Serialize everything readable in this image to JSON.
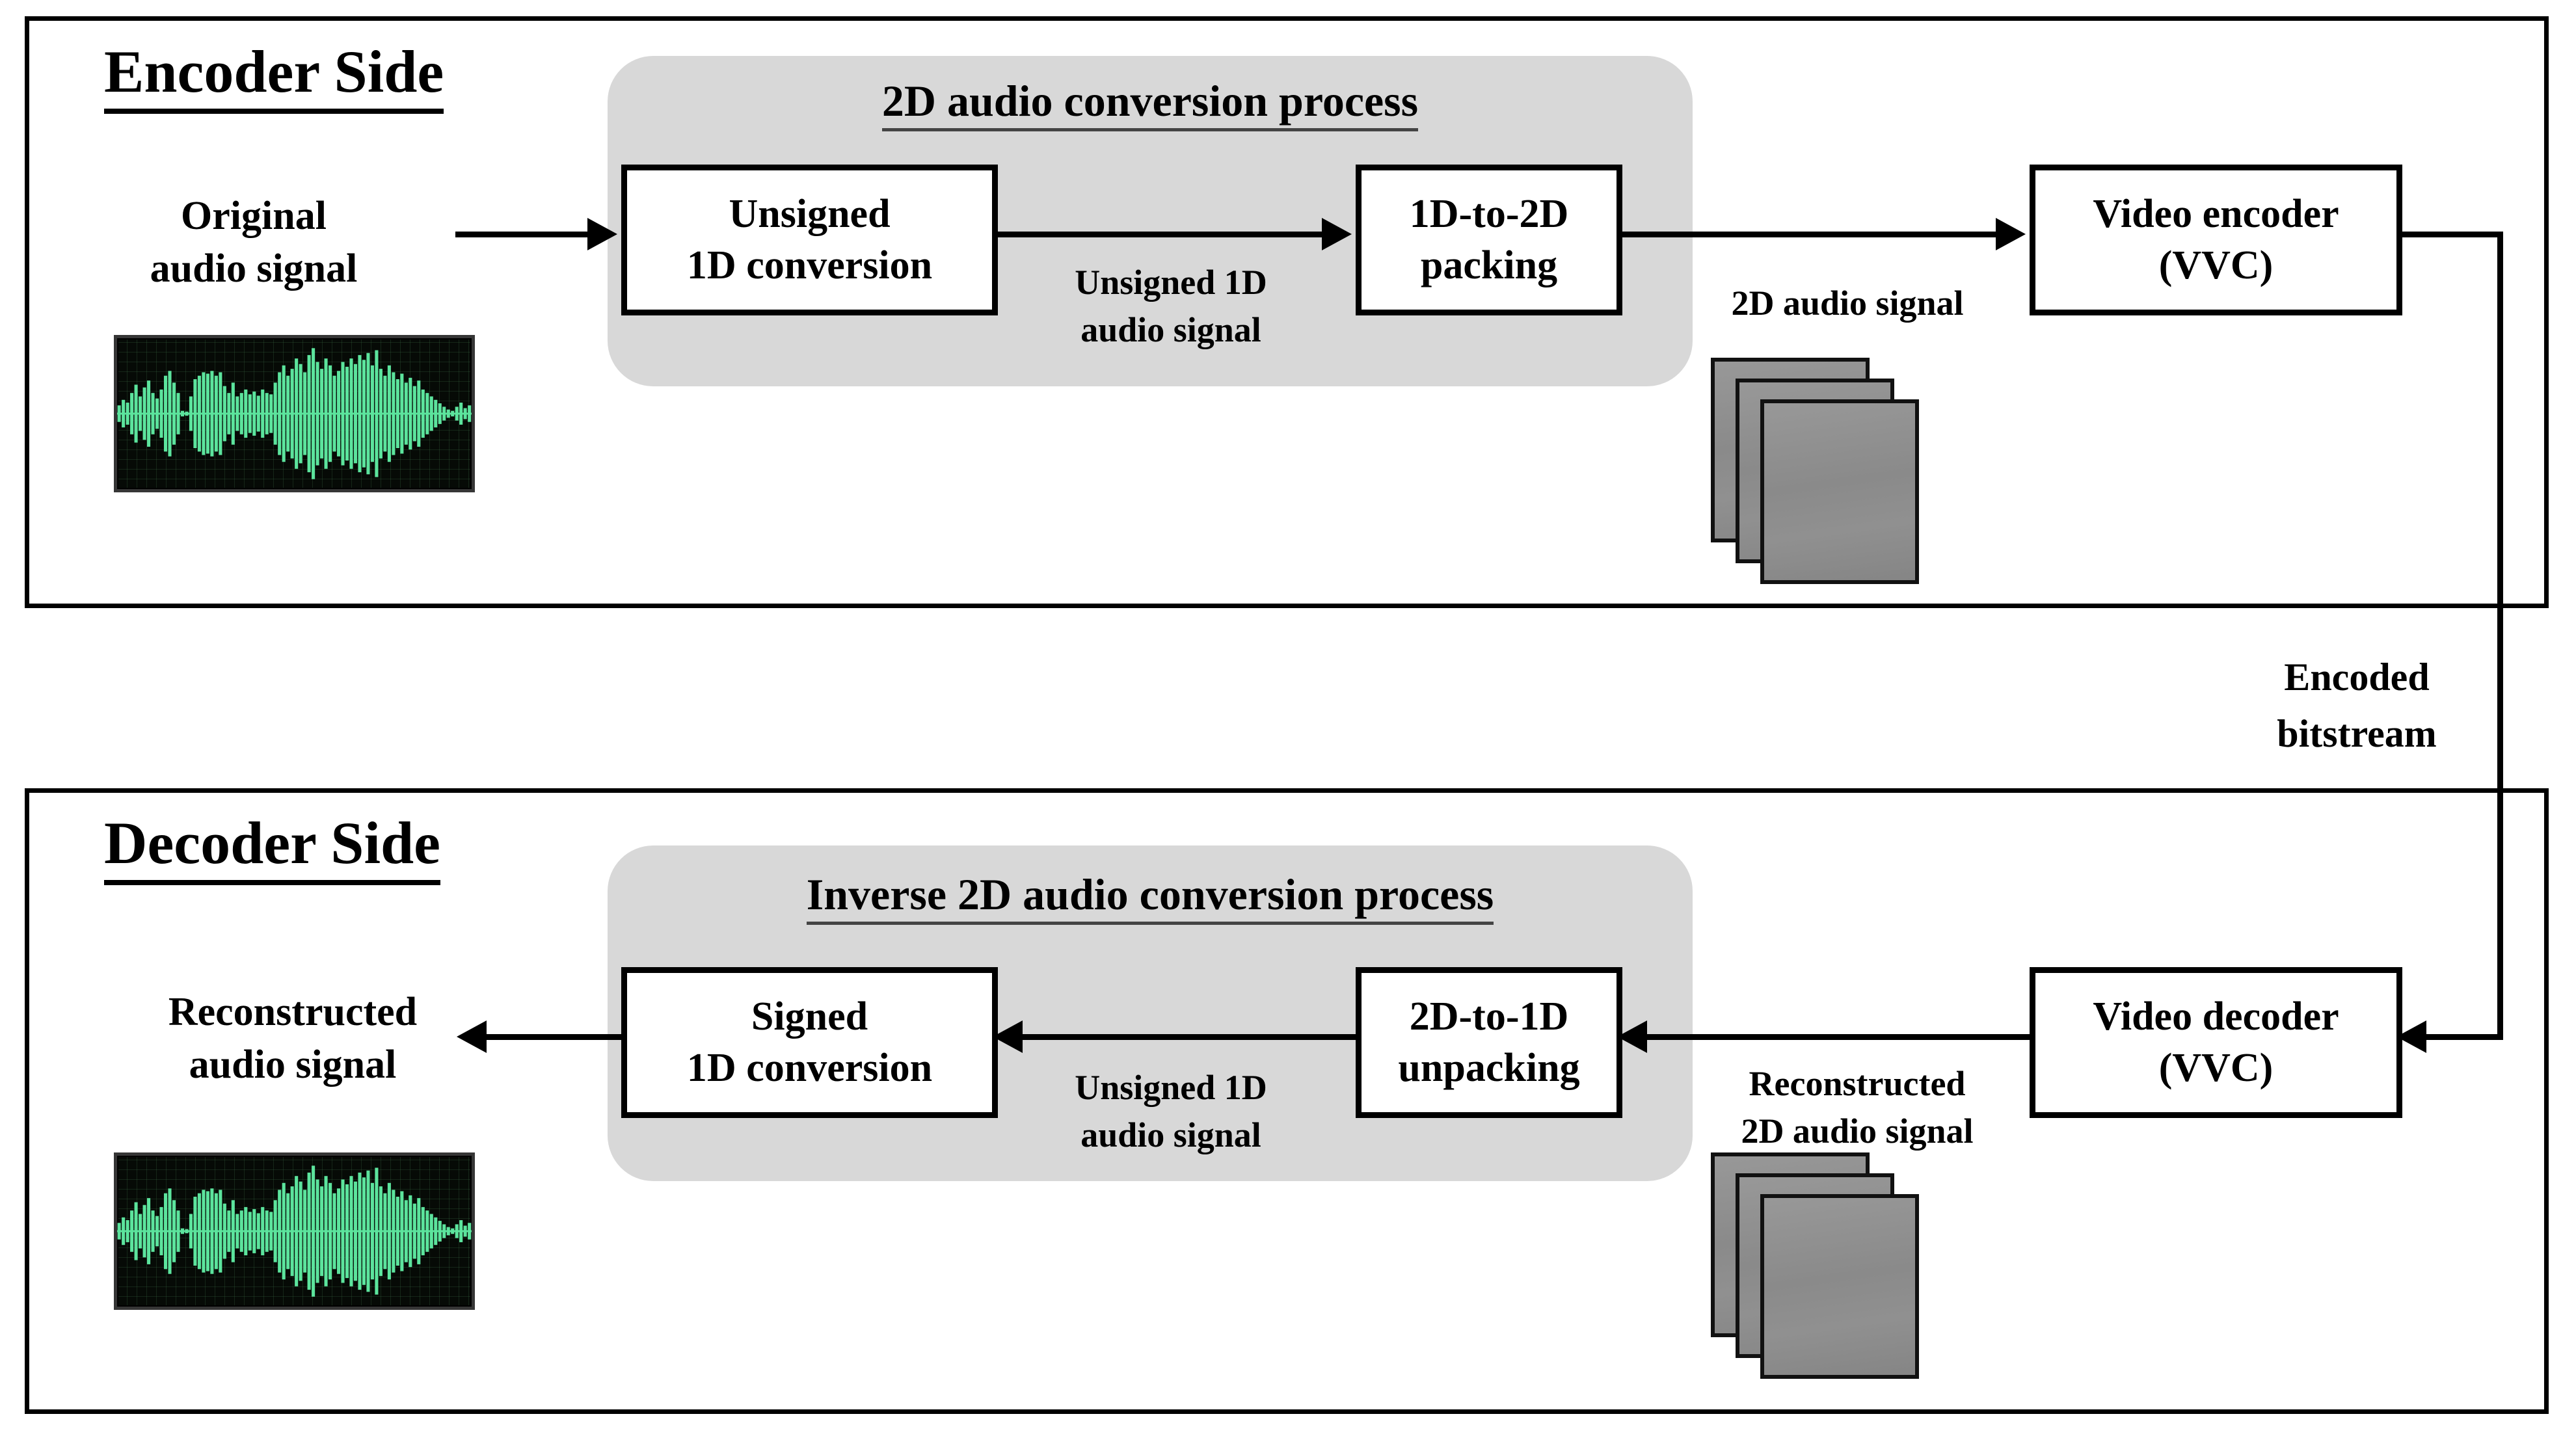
{
  "encoder": {
    "title": "Encoder Side",
    "process_title": "2D audio conversion process",
    "input_label": {
      "line1": "Original",
      "line2": "audio signal"
    },
    "box_unsigned": {
      "line1": "Unsigned",
      "line2": "1D conversion"
    },
    "mid_label": {
      "line1": "Unsigned 1D",
      "line2": "audio signal"
    },
    "box_packing": {
      "line1": "1D-to-2D",
      "line2": "packing"
    },
    "signal_label": "2D audio signal",
    "box_encoder": {
      "line1": "Video encoder",
      "line2": "(VVC)"
    }
  },
  "bitstream": {
    "line1": "Encoded",
    "line2": "bitstream"
  },
  "decoder": {
    "title": "Decoder Side",
    "process_title": "Inverse 2D audio conversion process",
    "output_label": {
      "line1": "Reconstructed",
      "line2": "audio signal"
    },
    "box_signed": {
      "line1": "Signed",
      "line2": "1D conversion"
    },
    "mid_label": {
      "line1": "Unsigned 1D",
      "line2": "audio signal"
    },
    "box_unpacking": {
      "line1": "2D-to-1D",
      "line2": "unpacking"
    },
    "signal_label": {
      "line1": "Reconstructed",
      "line2": "2D audio signal"
    },
    "box_decoder": {
      "line1": "Video decoder",
      "line2": "(VVC)"
    }
  },
  "waveform": {
    "color": "#5ce49d",
    "background": "#060a06",
    "amplitudes": [
      0.12,
      0.2,
      0.16,
      0.3,
      0.42,
      0.25,
      0.38,
      0.48,
      0.3,
      0.22,
      0.35,
      0.55,
      0.62,
      0.45,
      0.3,
      0.04,
      0.03,
      0.25,
      0.5,
      0.55,
      0.6,
      0.58,
      0.62,
      0.55,
      0.6,
      0.4,
      0.3,
      0.45,
      0.25,
      0.3,
      0.35,
      0.28,
      0.32,
      0.26,
      0.35,
      0.3,
      0.28,
      0.45,
      0.6,
      0.7,
      0.55,
      0.65,
      0.8,
      0.72,
      0.6,
      0.85,
      0.95,
      0.75,
      0.65,
      0.8,
      0.7,
      0.55,
      0.62,
      0.75,
      0.68,
      0.8,
      0.72,
      0.85,
      0.78,
      0.88,
      0.7,
      0.92,
      0.65,
      0.55,
      0.7,
      0.6,
      0.5,
      0.58,
      0.45,
      0.52,
      0.4,
      0.48,
      0.35,
      0.3,
      0.25,
      0.2,
      0.15,
      0.1,
      0.06,
      0.04,
      0.1,
      0.16,
      0.08,
      0.12
    ]
  },
  "colors": {
    "process_group_fill": "#d8d8d8",
    "frame_fill": "#8f8f8f",
    "line_color": "#000000"
  }
}
